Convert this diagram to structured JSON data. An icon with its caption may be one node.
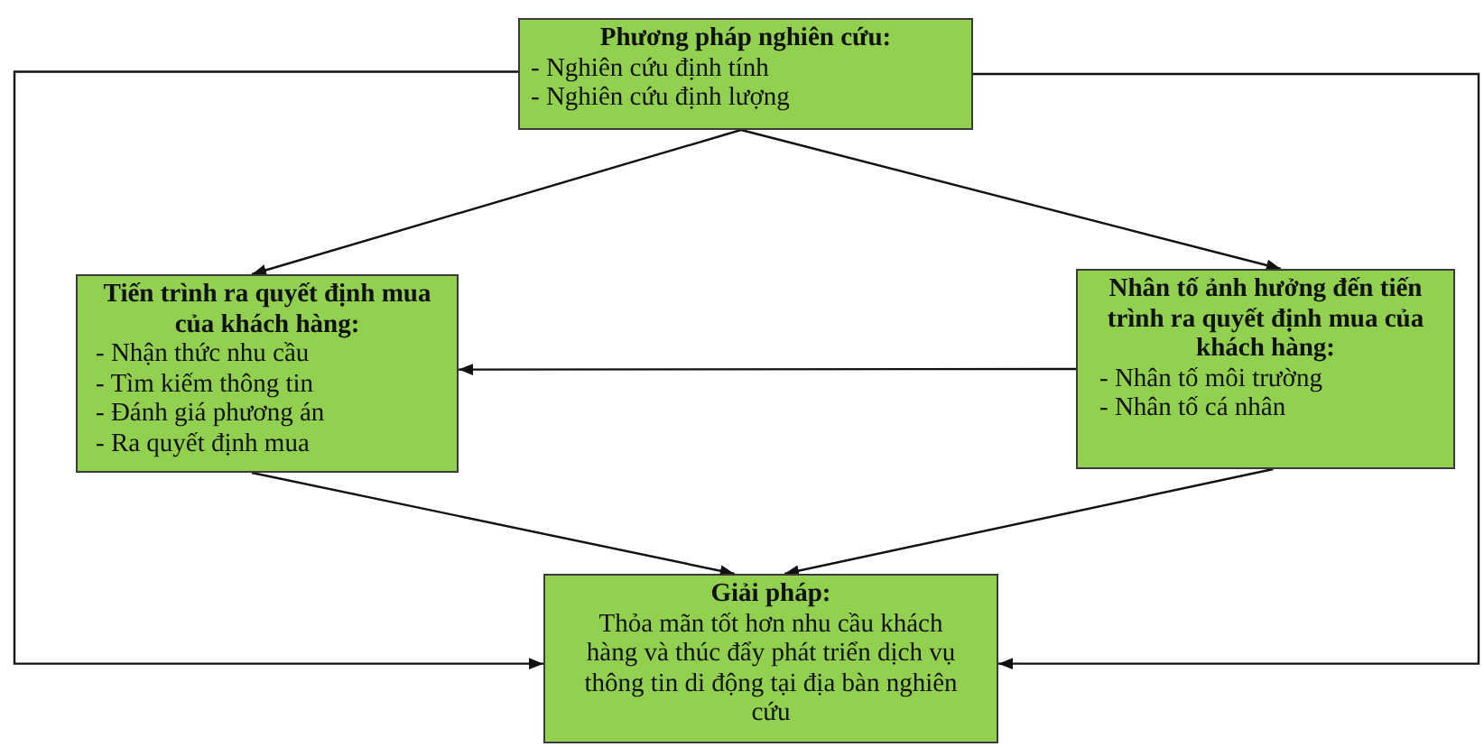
{
  "diagram": {
    "nodes": [
      {
        "text": [
          "Phương pháp nghiên cứu:",
          "- Nghiên cứu định tính",
          "- Nghiên cứu định lượng"
        ]
      },
      {
        "text": [
          "Tiến trình ra quyết định mua của khách hàng:",
          "- Nhận thức nhu cầu",
          "- Tìm kiếm thông tin",
          "- Đánh giá phương án",
          "- Ra quyết định mua"
        ]
      },
      {
        "text": [
          "Nhân tố ảnh hưởng đến tiến trình ra quyết định mua của khách hàng:",
          "- Nhân tố môi trường",
          "- Nhân tố cá nhân"
        ]
      },
      {
        "text": [
          "Giải pháp:",
          "Thỏa mãn tốt hơn nhu cầu khách hàng và thúc đẩy phát triển dịch vụ thông tin di động tại địa bàn nghiên cứu"
        ]
      }
    ],
    "edges": [
      {
        "from": 0,
        "to": 1,
        "arrow": "to"
      },
      {
        "from": 0,
        "to": 2,
        "arrow": "to"
      },
      {
        "from": 2,
        "to": 1,
        "arrow": "to"
      },
      {
        "from": 1,
        "to": 3,
        "arrow": "to"
      },
      {
        "from": 2,
        "to": 3,
        "arrow": "to"
      },
      {
        "from": 0,
        "to": 3,
        "arrow": "to"
      },
      {
        "from": 0,
        "to": 3,
        "arrow": "to"
      }
    ]
  }
}
